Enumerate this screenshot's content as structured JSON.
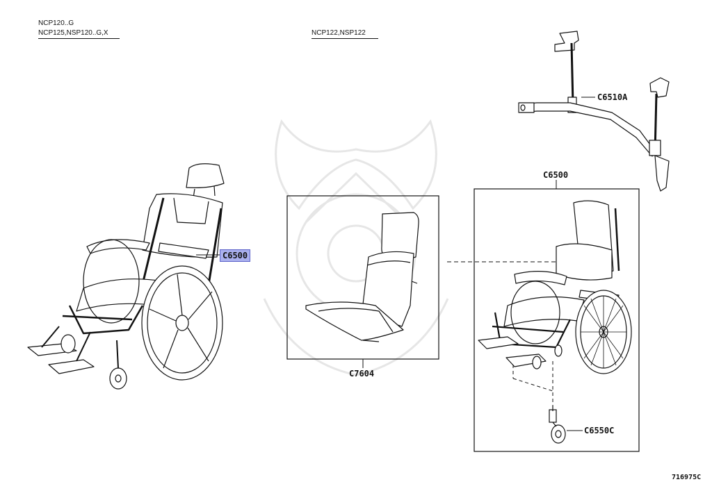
{
  "headers": {
    "left_line1": "NCP120..G",
    "left_line2": "NCP125,NSP120..G,X",
    "center": "NCP122,NSP122"
  },
  "parts": {
    "c6500_left": "C6500",
    "c6500_box": "C6500",
    "c7604": "C7604",
    "c6510a": "C6510A",
    "c6550c": "C6550C"
  },
  "illustration_code": "716975C",
  "colors": {
    "highlight_fill": "#aab0ee",
    "line": "#111111",
    "watermark": "#e8e8e8"
  }
}
